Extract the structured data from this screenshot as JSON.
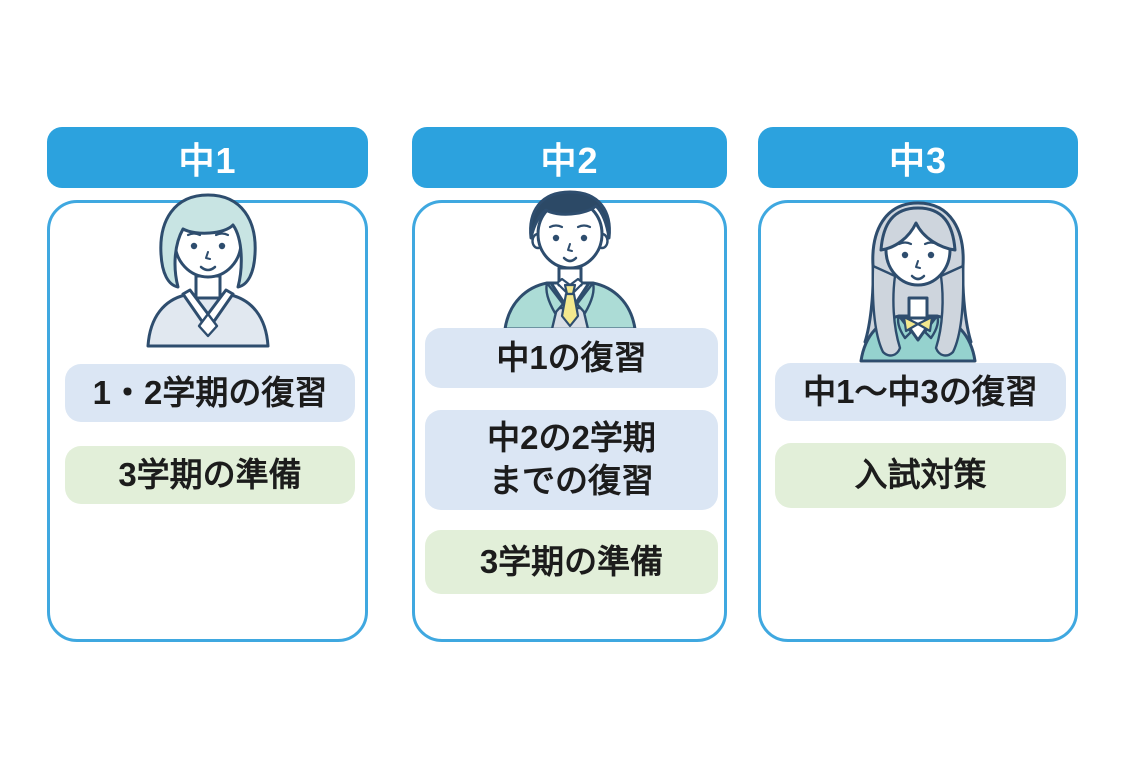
{
  "colors": {
    "header_bg": "#2CA2DE",
    "header_text": "#ffffff",
    "card_border": "#3FA8E0",
    "review_box_bg": "#DBE6F4",
    "prep_box_bg": "#E2EFD9",
    "text": "#1c1c1c"
  },
  "columns": [
    {
      "header": "中1",
      "avatar_icon": "girl-student-bob-hair-sailor-uniform-illustration",
      "items": [
        {
          "text": "1・2学期の復習",
          "variant": "blue"
        },
        {
          "text": "3学期の準備",
          "variant": "green"
        }
      ]
    },
    {
      "header": "中2",
      "avatar_icon": "boy-student-blazer-and-tie-illustration",
      "items": [
        {
          "text": "中1の復習",
          "variant": "blue"
        },
        {
          "text": "中2の2学期\nまでの復習",
          "variant": "blue"
        },
        {
          "text": "3学期の準備",
          "variant": "green"
        }
      ]
    },
    {
      "header": "中3",
      "avatar_icon": "girl-student-long-hair-blazer-illustration",
      "items": [
        {
          "text": "中1～中3の復習",
          "variant": "blue"
        },
        {
          "text": "入試対策",
          "variant": "green"
        }
      ]
    }
  ]
}
